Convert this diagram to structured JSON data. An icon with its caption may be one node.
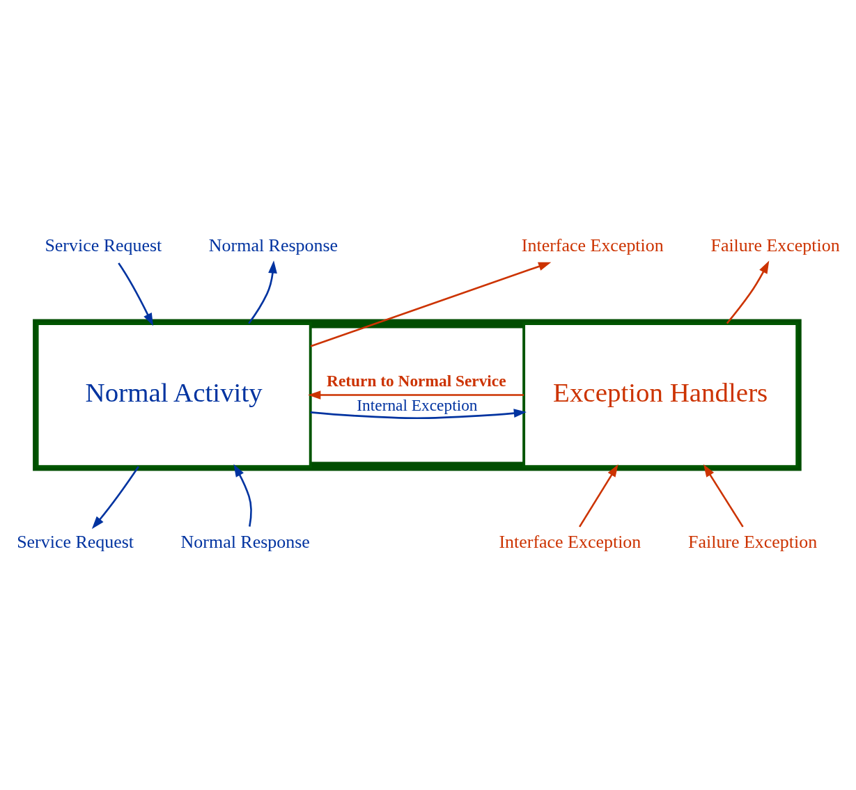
{
  "diagram": {
    "nodes": [
      {
        "text": [
          "Service Request"
        ]
      },
      {
        "text": [
          "Normal Response"
        ]
      },
      {
        "text": [
          "Interface Exception"
        ]
      },
      {
        "text": [
          "Failure Exception"
        ]
      },
      {
        "text": [],
        "shape": "box"
      },
      {
        "text": [
          "Normal Activity"
        ],
        "in": 4
      },
      {
        "text": [
          "Exception Handlers"
        ],
        "in": 4
      },
      {
        "text": [
          "Service Request"
        ]
      },
      {
        "text": [
          "Normal Response"
        ]
      },
      {
        "text": [
          "Interface Exception"
        ]
      },
      {
        "text": [
          "Failure Exception"
        ]
      }
    ],
    "edges": [
      {
        "from": 0,
        "to": 5,
        "arrow": "to",
        "color": "#0033a0"
      },
      {
        "from": 5,
        "to": 1,
        "arrow": "to",
        "color": "#0033a0"
      },
      {
        "from": 5,
        "to": 2,
        "arrow": "to",
        "color": "#cc3300"
      },
      {
        "from": 6,
        "to": 3,
        "arrow": "to",
        "color": "#cc3300"
      },
      {
        "from": 6,
        "to": 5,
        "arrow": "to",
        "label": "Return to Normal Service",
        "color": "#cc3300"
      },
      {
        "from": 5,
        "to": 7,
        "arrow": "to",
        "color": "#0033a0"
      },
      {
        "from": 8,
        "to": 5,
        "arrow": "to",
        "color": "#0033a0"
      },
      {
        "from": 5,
        "to": 6,
        "arrow": "to",
        "label": "Internal Exception",
        "color": "#0033a0"
      },
      {
        "from": 9,
        "to": 6,
        "arrow": "to",
        "color": "#cc3300"
      },
      {
        "from": 10,
        "to": 6,
        "arrow": "to",
        "color": "#cc3300"
      }
    ]
  }
}
